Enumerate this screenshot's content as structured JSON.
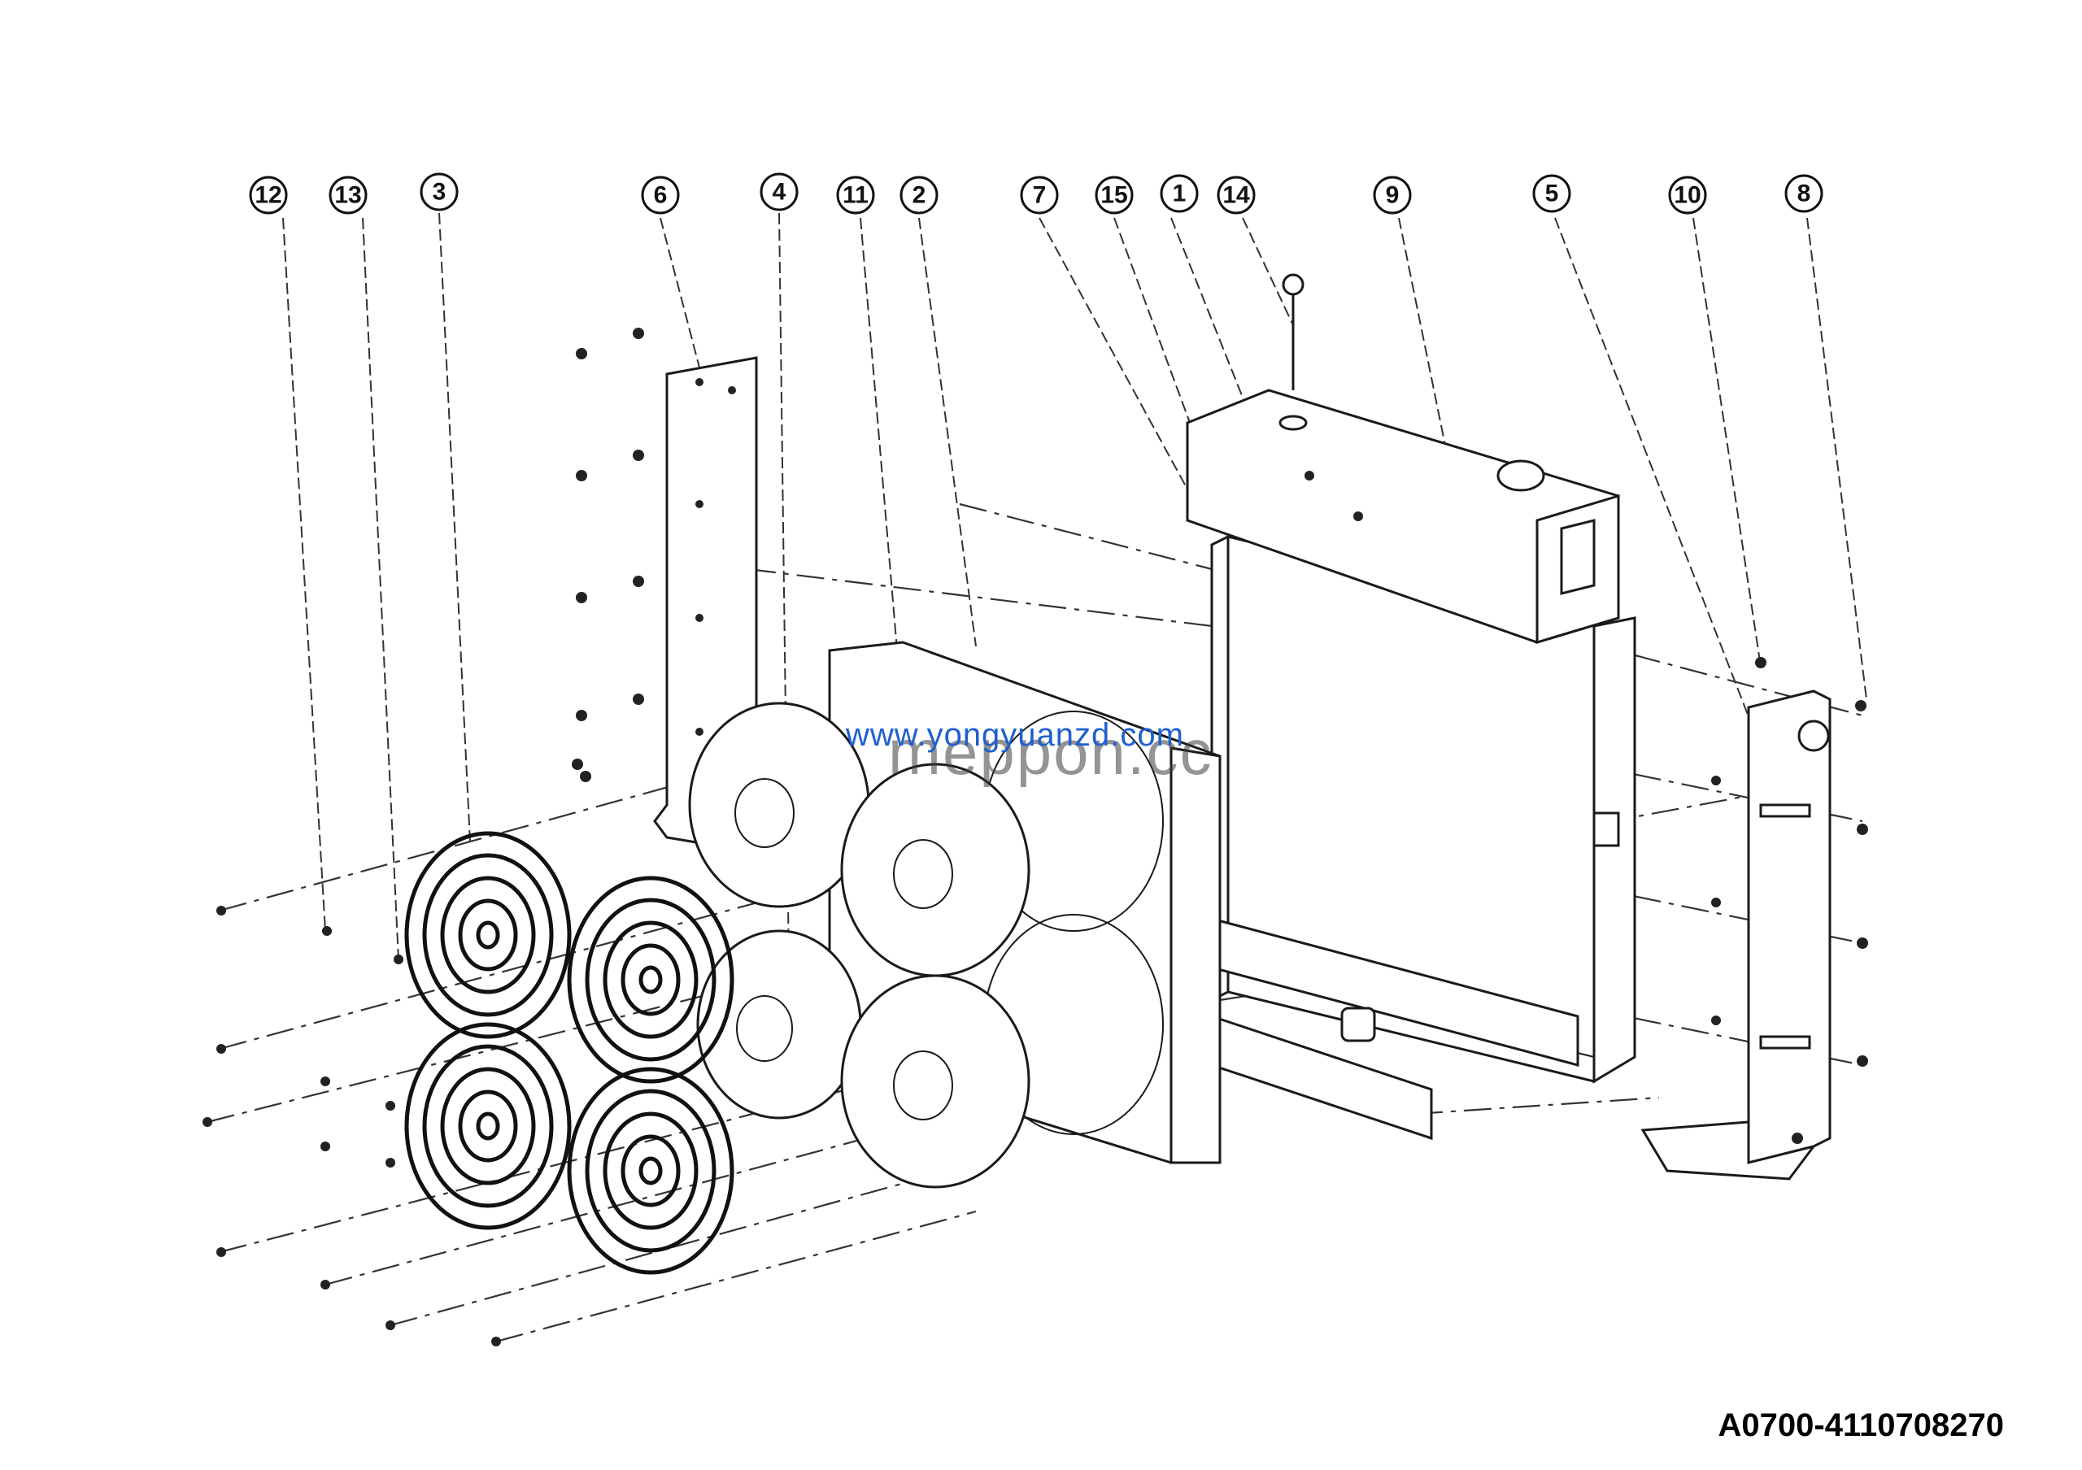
{
  "callouts": [
    {
      "id": "12",
      "label": "12"
    },
    {
      "id": "13",
      "label": "13"
    },
    {
      "id": "3",
      "label": "3"
    },
    {
      "id": "6",
      "label": "6"
    },
    {
      "id": "4",
      "label": "4"
    },
    {
      "id": "11",
      "label": "11"
    },
    {
      "id": "2",
      "label": "2"
    },
    {
      "id": "7",
      "label": "7"
    },
    {
      "id": "15",
      "label": "15"
    },
    {
      "id": "1",
      "label": "1"
    },
    {
      "id": "14",
      "label": "14"
    },
    {
      "id": "9",
      "label": "9"
    },
    {
      "id": "5",
      "label": "5"
    },
    {
      "id": "10",
      "label": "10"
    },
    {
      "id": "8",
      "label": "8"
    }
  ],
  "watermark": {
    "url": "www.yongyuanzd.com",
    "brand": "meppon.cc"
  },
  "drawing_code": "A0700-4110708270",
  "colors": {
    "line": "#1a1a1a",
    "watermark_url": "#1f5fd0",
    "background": "#ffffff"
  }
}
